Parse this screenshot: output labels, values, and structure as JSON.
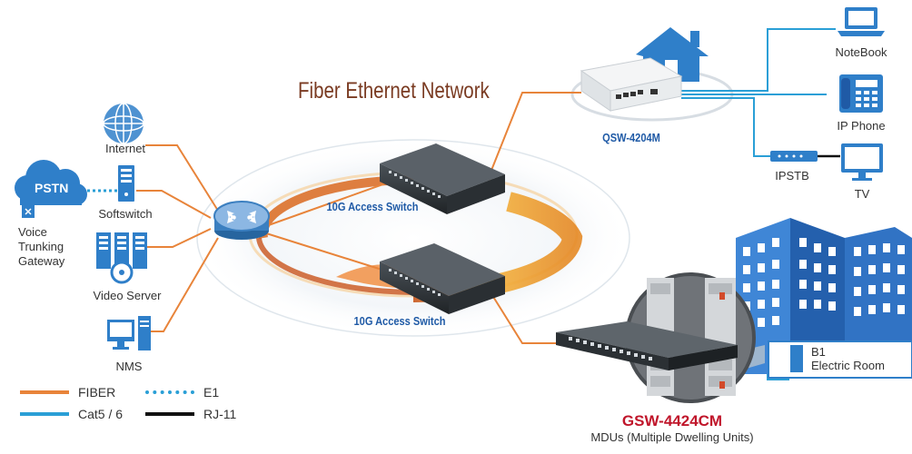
{
  "title": "Fiber Ethernet Network",
  "nodes": {
    "internet": "Internet",
    "softswitch": "Softswitch",
    "pstn": "PSTN",
    "gateway_line1": "Voice",
    "gateway_line2": "Trunking",
    "gateway_line3": "Gateway",
    "video_server": "Video Server",
    "nms": "NMS",
    "switch_top": "10G Access Switch",
    "switch_bottom": "10G Access Switch",
    "qsw": "QSW-4204M",
    "notebook": "NoteBook",
    "ip_phone": "IP Phone",
    "ipstb": "IPSTB",
    "tv": "TV",
    "gsw": "GSW-4424CM",
    "mdu": "MDUs (Multiple Dwelling Units)",
    "b1_line1": "B1",
    "b1_line2": "Electric  Room"
  },
  "legend": [
    {
      "label": "FIBER",
      "color": "#e8843a",
      "style": "solid"
    },
    {
      "label": "E1",
      "color": "#2a9fd6",
      "style": "dotted"
    },
    {
      "label": "Cat5 / 6",
      "color": "#2a9fd6",
      "style": "solid"
    },
    {
      "label": "RJ-11",
      "color": "#111111",
      "style": "solid"
    }
  ],
  "colors": {
    "fiber": "#e8843a",
    "cat": "#2a9fd6",
    "rj11": "#111111",
    "building": "#2f6fbf",
    "ring": "#f2a23a"
  }
}
